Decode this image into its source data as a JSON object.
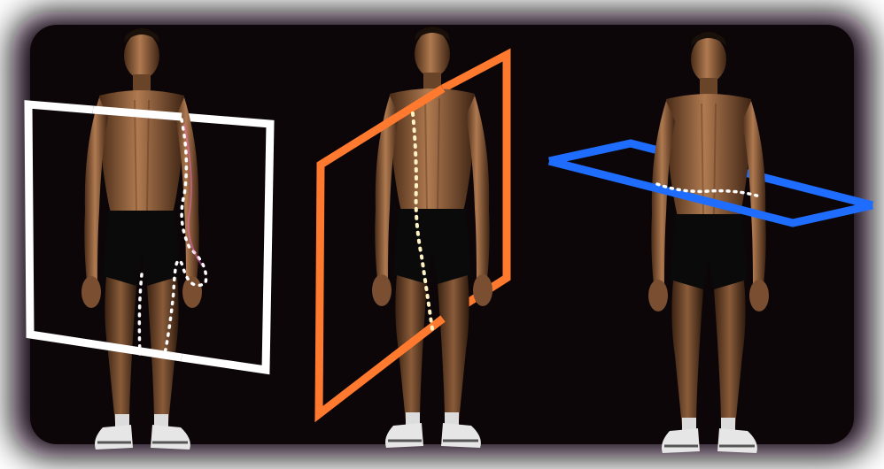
{
  "image": {
    "background": "#0d0608",
    "vignette": "#ffffff",
    "figures": [
      {
        "id": "figure-left",
        "plane": "frontal-plane",
        "plane_color": "#ffffff",
        "dot_color": "#ffffff"
      },
      {
        "id": "figure-center",
        "plane": "sagittal-plane",
        "plane_color": "#ff7a2e",
        "dot_color": "#fff3c4"
      },
      {
        "id": "figure-right",
        "plane": "transverse-plane",
        "plane_color": "#1f6dff",
        "dot_color": "#ffffff"
      }
    ],
    "skin": "#9a6a45",
    "skin_shadow": "#5c3a22",
    "shorts": "#0a0a0a",
    "shoes": "#e8e8e8"
  }
}
